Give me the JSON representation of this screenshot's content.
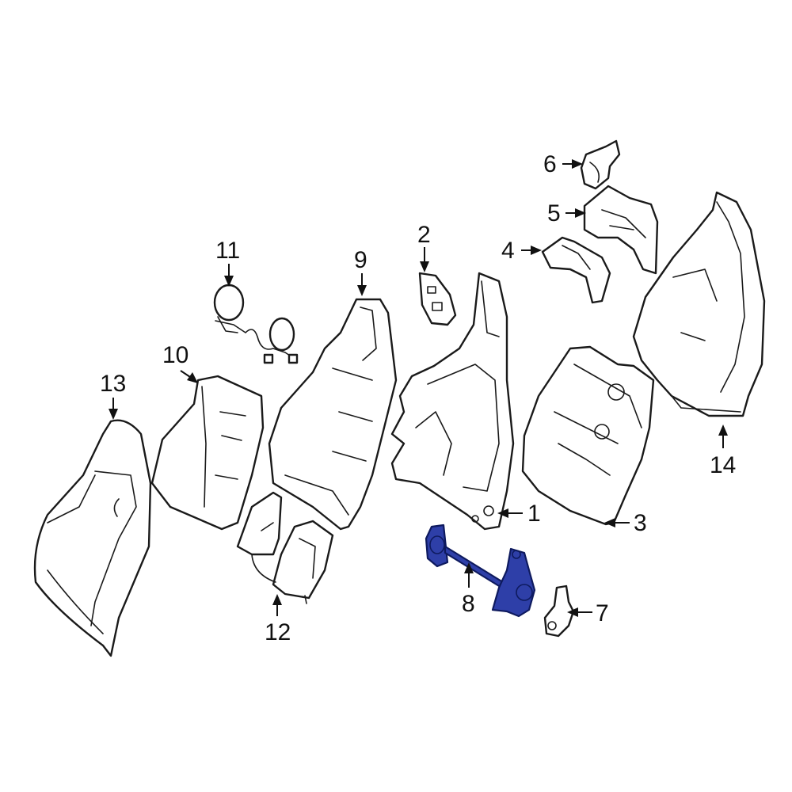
{
  "colors": {
    "background": "#ffffff",
    "line": "#1a1a1a",
    "highlight": "#2e3fa8"
  },
  "highlighted_part": "8",
  "callouts": [
    {
      "id": "c1",
      "label": "1"
    },
    {
      "id": "c2",
      "label": "2"
    },
    {
      "id": "c3",
      "label": "3"
    },
    {
      "id": "c4",
      "label": "4"
    },
    {
      "id": "c5",
      "label": "5"
    },
    {
      "id": "c6",
      "label": "6"
    },
    {
      "id": "c7",
      "label": "7"
    },
    {
      "id": "c8",
      "label": "8"
    },
    {
      "id": "c9",
      "label": "9"
    },
    {
      "id": "c10",
      "label": "10"
    },
    {
      "id": "c11",
      "label": "11"
    },
    {
      "id": "c12",
      "label": "12"
    },
    {
      "id": "c13",
      "label": "13"
    },
    {
      "id": "c14",
      "label": "14"
    }
  ]
}
